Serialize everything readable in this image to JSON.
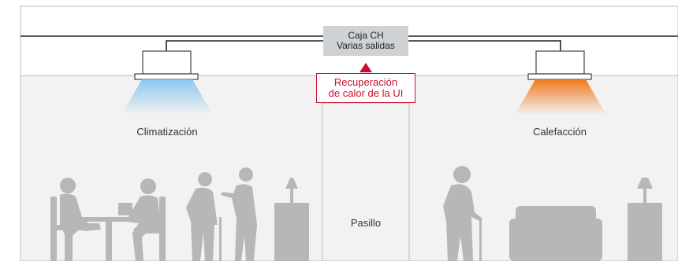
{
  "ch_box": {
    "line1": "Caja CH",
    "line2": "Varias salidas"
  },
  "heat_recovery": {
    "line1": "Recuperación",
    "line2": "de calor de la UI"
  },
  "left_zone": {
    "label": "Climatización"
  },
  "right_zone": {
    "label": "Calefacción"
  },
  "hallway": {
    "label": "Pasillo"
  },
  "colors": {
    "cool_air": "#8cc8ef",
    "warm_air": "#f07b1e",
    "accent": "#c8102e",
    "silhouette": "#b7b7b7",
    "wall": "#f2f2f2",
    "ch_box_fill": "#cfd2d4"
  }
}
